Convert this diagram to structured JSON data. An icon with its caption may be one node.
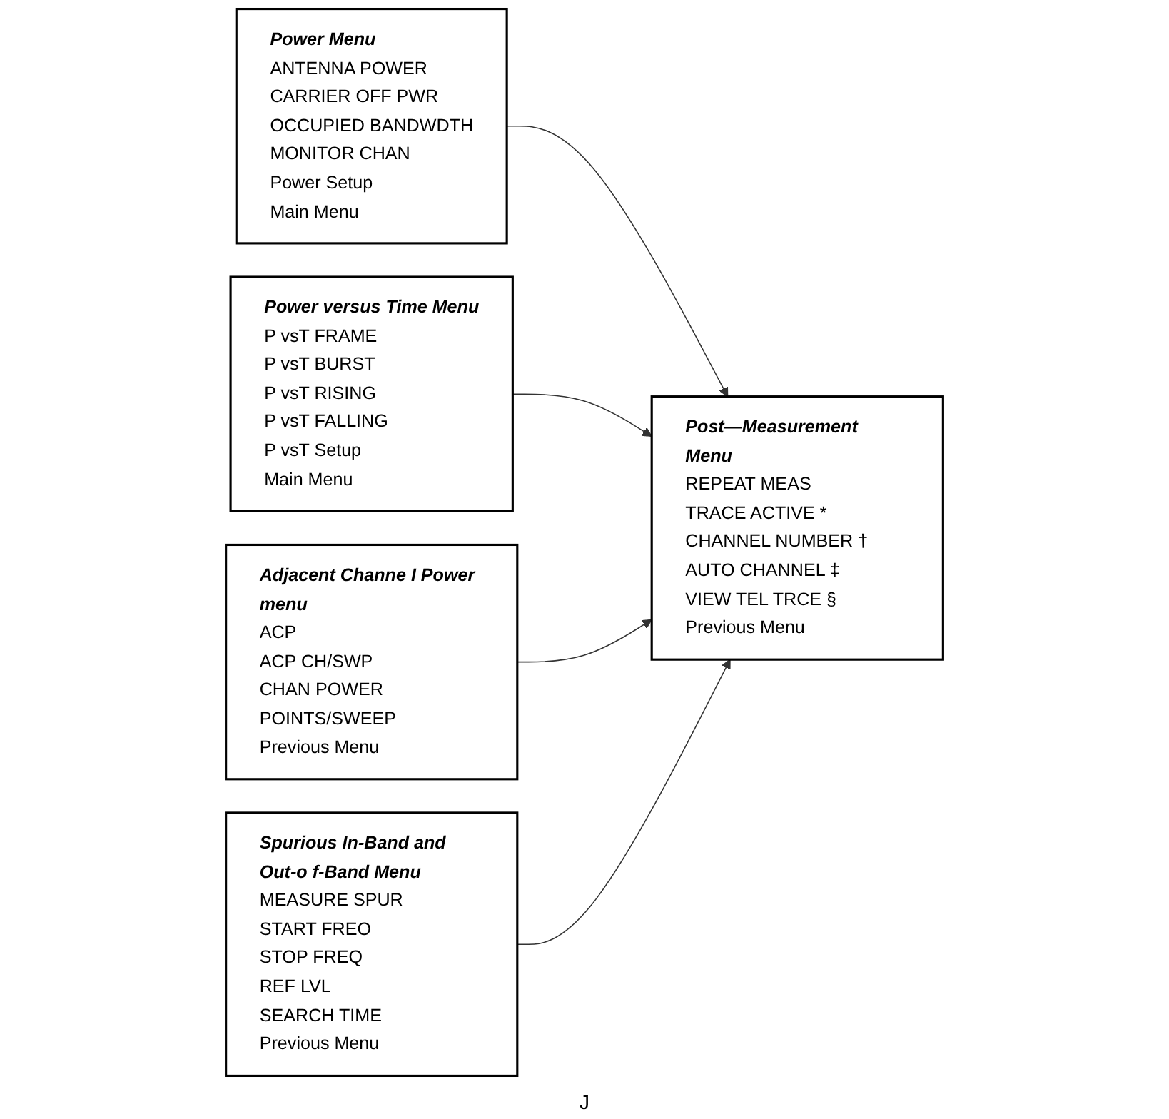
{
  "diagram": {
    "nodes": [
      {
        "text": [
          "Power versus Time Menu",
          "P vsT FRAME",
          "P vsT BURST",
          "P vsT RISING",
          "P vsT FALLING",
          "P vsT Setup",
          "Main Menu"
        ]
      },
      {
        "text": [
          "Power Menu",
          "ANTENNA POWER",
          "CARRIER OFF PWR",
          "OCCUPIED BANDWDTH",
          "MONITOR CHAN",
          "Power Setup",
          "Main Menu"
        ]
      },
      {
        "text": [
          "Post—Measurement Menu",
          "REPEAT MEAS",
          "TRACE ACTIVE *",
          "CHANNEL NUMBER †",
          "AUTO CHANNEL ‡",
          "VIEW TEL TRCE §",
          "Previous Menu"
        ]
      },
      {
        "text": [
          "Adjacent Channe I Power menu",
          "ACP",
          "ACP CH/SWP",
          "CHAN POWER",
          "POINTS/SWEEP",
          "Previous Menu"
        ]
      },
      {
        "text": [
          "Spurious In-Band and Out-o f-Band Menu",
          "MEASURE SPUR",
          "START FREO",
          "STOP FREQ",
          "REF LVL",
          "SEARCH TIME",
          "Previous Menu"
        ]
      }
    ],
    "edges": [
      {
        "from": 1,
        "to": 2,
        "arrow": "to"
      },
      {
        "from": 0,
        "to": 2,
        "arrow": "to"
      },
      {
        "from": 3,
        "to": 2,
        "arrow": "to"
      },
      {
        "from": 4,
        "to": 2,
        "arrow": "to"
      }
    ],
    "labels": [
      "J"
    ]
  }
}
